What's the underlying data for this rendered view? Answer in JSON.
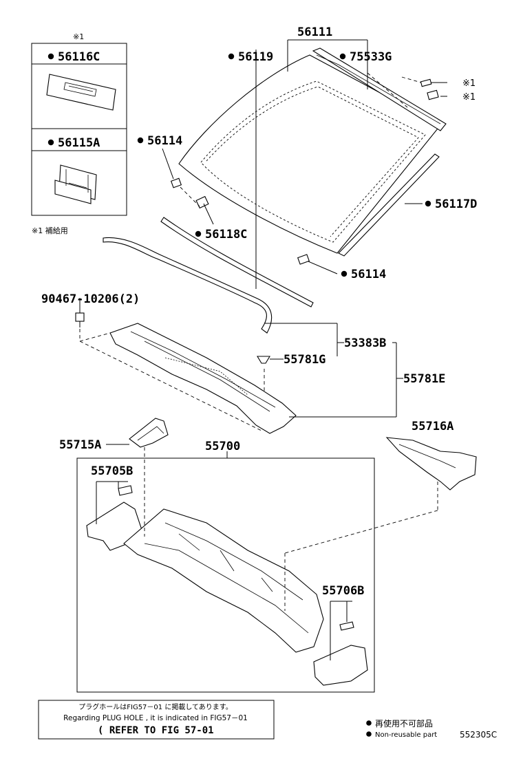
{
  "kit_box": {
    "mark": "※1",
    "items": [
      {
        "part": "56116C"
      },
      {
        "part": "56115A"
      }
    ],
    "footnote": "※1 補給用"
  },
  "labels": {
    "p56111": "56111",
    "p56119": "56119",
    "p75533G": "75533G",
    "p56114a": "56114",
    "p56114b": "56114",
    "p56117D": "56117D",
    "p56118C": "56118C",
    "p90467": "90467-10206(2)",
    "p53383B": "53383B",
    "p55781G": "55781G",
    "p55781E": "55781E",
    "p55716A": "55716A",
    "p55715A": "55715A",
    "p55700": "55700",
    "p55705B": "55705B",
    "p55706B": "55706B",
    "mark1a": "※1",
    "mark1b": "※1"
  },
  "note_box": {
    "line1": "プラグホールはFIG57－01 に掲載してあります。",
    "line2": "Regarding PLUG HOLE , it is indicated in FIG57－01",
    "line3": "( REFER TO FIG 57-01"
  },
  "legend": {
    "jp": "再使用不可部品",
    "en": "Non-reusable part"
  },
  "figure_id": "552305C"
}
